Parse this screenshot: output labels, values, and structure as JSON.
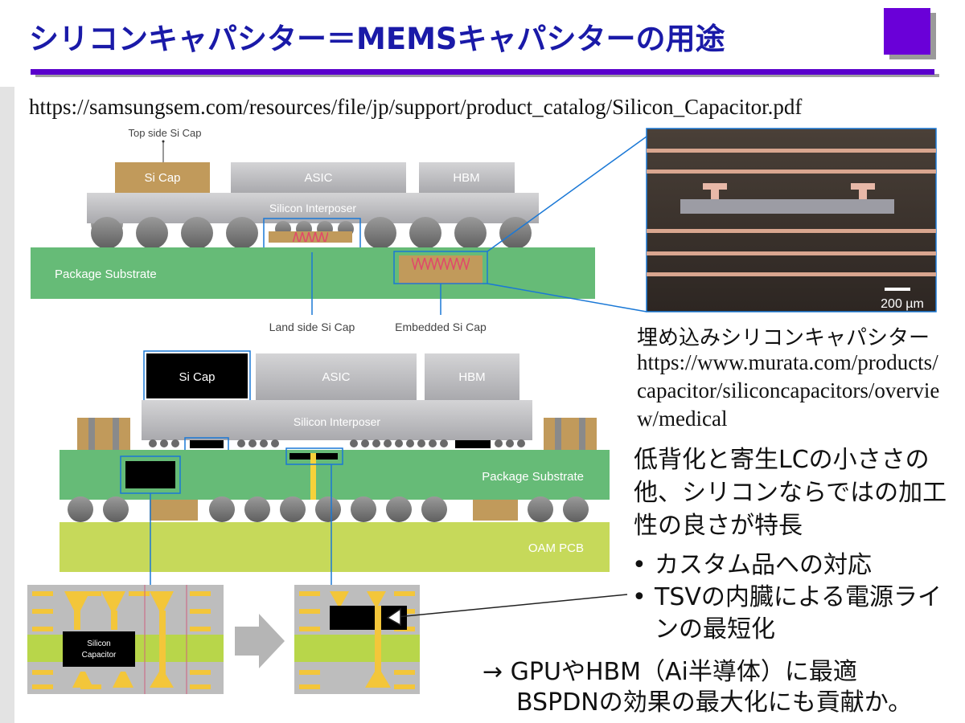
{
  "slide": {
    "title": "シリコンキャパシター＝MEMSキャパシターの用途",
    "source_url": "https://samsungsem.com/resources/file/jp/support/product_catalog/Silicon_Capacitor.pdf",
    "colors": {
      "title": "#1a1aa8",
      "accent": "#6a00d8",
      "substrate": "#66bb77",
      "pcb": "#c6d95a",
      "callout": "#1a78d6"
    }
  },
  "top_diagram": {
    "top_side_label": "Top side Si Cap",
    "si_cap": "Si Cap",
    "asic": "ASIC",
    "hbm": "HBM",
    "interposer": "Silicon Interposer",
    "substrate": "Package Substrate",
    "land_side_label": "Land side Si Cap",
    "embedded_label": "Embedded Si Cap"
  },
  "photo": {
    "scale": "200 µm",
    "caption": "埋め込みシリコンキャパシター",
    "url": "https://www.murata.com/products/capacitor/siliconcapacitors/overview/medical"
  },
  "bottom_diagram": {
    "si_cap": "Si Cap",
    "asic": "ASIC",
    "hbm": "HBM",
    "interposer": "Silicon Interposer",
    "substrate": "Package Substrate",
    "pcb": "OAM PCB",
    "capacitor_label_1": "Silicon",
    "capacitor_label_2": "Capacitor"
  },
  "notes": {
    "feature": "低背化と寄生LCの小ささの他、シリコンならではの加工性の良さが特長",
    "bullets": [
      "カスタム品への対応",
      "TSVの内臓による電源ラインの最短化"
    ],
    "bullet_symbol": "•",
    "conclusion_line1": "→ GPUやHBM（Ai半導体）に最適",
    "conclusion_line2": "BSPDNの効果の最大化にも貢献か。"
  }
}
